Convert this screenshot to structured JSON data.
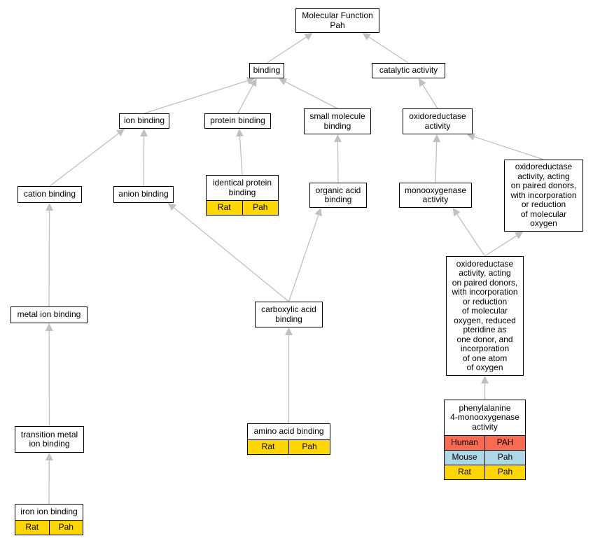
{
  "colors": {
    "edge": "#c0c0c0",
    "rat": "#ffd700",
    "human": "#fa6a50",
    "mouse": "#add8e6"
  },
  "nodes": [
    {
      "id": "mf",
      "label": "Molecular Function\nPah",
      "organisms": []
    },
    {
      "id": "binding",
      "label": "binding",
      "organisms": []
    },
    {
      "id": "catalytic",
      "label": "catalytic activity",
      "organisms": []
    },
    {
      "id": "ion_binding",
      "label": "ion binding",
      "organisms": []
    },
    {
      "id": "protein_binding",
      "label": "protein binding",
      "organisms": []
    },
    {
      "id": "small_molecule",
      "label": "small molecule\nbinding",
      "organisms": []
    },
    {
      "id": "oxidoreductase",
      "label": "oxidoreductase\nactivity",
      "organisms": []
    },
    {
      "id": "cation_binding",
      "label": "cation binding",
      "organisms": []
    },
    {
      "id": "anion_binding",
      "label": "anion binding",
      "organisms": []
    },
    {
      "id": "identical_protein",
      "label": "identical protein\nbinding",
      "organisms": [
        {
          "species": "Rat",
          "gene": "Pah",
          "color": "rat"
        }
      ]
    },
    {
      "id": "organic_acid",
      "label": "organic acid\nbinding",
      "organisms": []
    },
    {
      "id": "monooxygenase",
      "label": "monooxygenase\nactivity",
      "organisms": []
    },
    {
      "id": "oxido_paired",
      "label": "oxidoreductase\nactivity, acting\non paired donors,\nwith incorporation\nor reduction\nof molecular\noxygen",
      "organisms": []
    },
    {
      "id": "oxido_pteridine",
      "label": "oxidoreductase\nactivity, acting\non paired donors,\nwith incorporation\nor reduction\nof molecular\noxygen, reduced\npteridine as\none donor, and\nincorporation\nof one atom\nof oxygen",
      "organisms": []
    },
    {
      "id": "metal_ion",
      "label": "metal ion binding",
      "organisms": []
    },
    {
      "id": "carboxylic",
      "label": "carboxylic acid\nbinding",
      "organisms": []
    },
    {
      "id": "phenylalanine",
      "label": "phenylalanine\n4-monooxygenase\nactivity",
      "organisms": [
        {
          "species": "Human",
          "gene": "PAH",
          "color": "human"
        },
        {
          "species": "Mouse",
          "gene": "Pah",
          "color": "mouse"
        },
        {
          "species": "Rat",
          "gene": "Pah",
          "color": "rat"
        }
      ]
    },
    {
      "id": "transition_metal",
      "label": "transition metal\nion binding",
      "organisms": []
    },
    {
      "id": "amino_acid",
      "label": "amino acid binding",
      "organisms": [
        {
          "species": "Rat",
          "gene": "Pah",
          "color": "rat"
        }
      ]
    },
    {
      "id": "iron_ion",
      "label": "iron ion binding",
      "organisms": [
        {
          "species": "Rat",
          "gene": "Pah",
          "color": "rat"
        }
      ]
    }
  ],
  "edges": [
    {
      "from": "binding",
      "to": "mf"
    },
    {
      "from": "catalytic",
      "to": "mf"
    },
    {
      "from": "ion_binding",
      "to": "binding"
    },
    {
      "from": "protein_binding",
      "to": "binding"
    },
    {
      "from": "small_molecule",
      "to": "binding"
    },
    {
      "from": "oxidoreductase",
      "to": "catalytic"
    },
    {
      "from": "cation_binding",
      "to": "ion_binding"
    },
    {
      "from": "anion_binding",
      "to": "ion_binding"
    },
    {
      "from": "identical_protein",
      "to": "protein_binding"
    },
    {
      "from": "organic_acid",
      "to": "small_molecule"
    },
    {
      "from": "monooxygenase",
      "to": "oxidoreductase"
    },
    {
      "from": "oxido_paired",
      "to": "oxidoreductase"
    },
    {
      "from": "metal_ion",
      "to": "cation_binding"
    },
    {
      "from": "carboxylic",
      "to": "anion_binding"
    },
    {
      "from": "carboxylic",
      "to": "organic_acid"
    },
    {
      "from": "oxido_pteridine",
      "to": "monooxygenase"
    },
    {
      "from": "oxido_pteridine",
      "to": "oxido_paired"
    },
    {
      "from": "transition_metal",
      "to": "metal_ion"
    },
    {
      "from": "amino_acid",
      "to": "carboxylic"
    },
    {
      "from": "phenylalanine",
      "to": "oxido_pteridine"
    },
    {
      "from": "iron_ion",
      "to": "transition_metal"
    }
  ]
}
